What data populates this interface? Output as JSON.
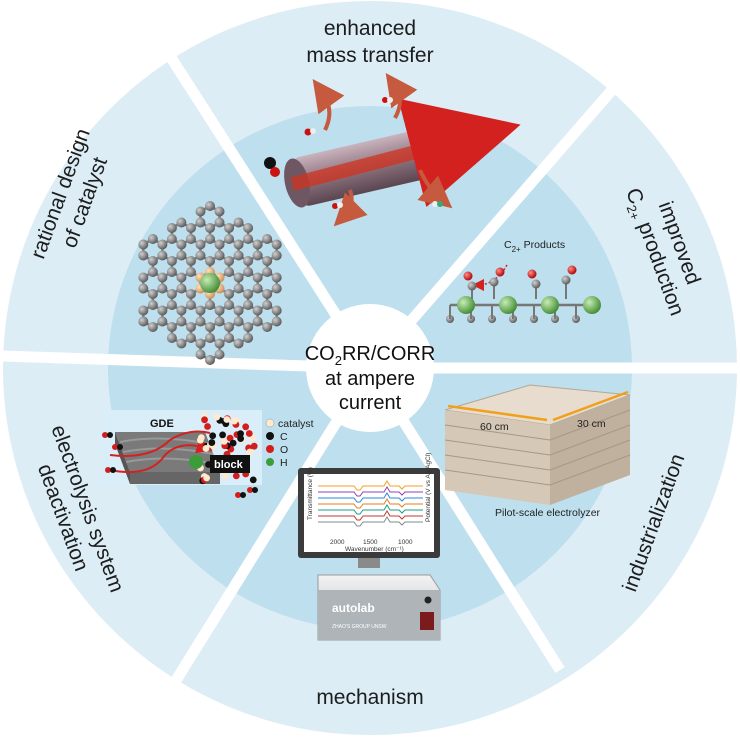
{
  "center": {
    "line1_a": "CO",
    "line1_sub": "2",
    "line1_b": "RR/CORR",
    "line2": "at ampere",
    "line3": "current"
  },
  "segments": {
    "top": {
      "line1": "enhanced",
      "line2": "mass transfer"
    },
    "upper_right": {
      "line1": "improved",
      "line2_a": "C",
      "line2_sub": "2+",
      "line2_b": " production"
    },
    "lower_right": {
      "label": "industrialization"
    },
    "bottom": {
      "label": "mechanism"
    },
    "lower_left": {
      "line1": "electrolysis system",
      "line2": "deactivation"
    },
    "upper_left": {
      "line1": "rational design",
      "line2": "of catalyst"
    }
  },
  "c2_panel": {
    "label_a": "C",
    "label_sub": "2+",
    "label_b": " Products"
  },
  "gde_panel": {
    "title": "GDE",
    "block": "block",
    "legend": [
      "catalyst",
      "C",
      "O",
      "H"
    ]
  },
  "electrolyzer_panel": {
    "dim1": "60 cm",
    "dim2": "30 cm",
    "caption": "Pilot-scale electrolyzer"
  },
  "instrument_panel": {
    "brand": "autolab",
    "sublabel": "ZHAO'S GROUP UNSW",
    "ylabel_left": "Transmittance (%)",
    "ylabel_right": "Potential (V vs Ag/AgCl)",
    "xlabel": "Wavenumber (cm⁻¹)",
    "xticks": [
      "2000",
      "1500",
      "1000"
    ]
  },
  "colors": {
    "outer_ring": "#dcedf6",
    "inner_disk": "#bedfee",
    "center": "#ffffff",
    "carbon": "#8a8a8a",
    "metal_center": "#6dbb5a",
    "nitrogen": "#e6b07a",
    "oxygen": "#d81e1e",
    "arrow": "#c65a3e"
  }
}
